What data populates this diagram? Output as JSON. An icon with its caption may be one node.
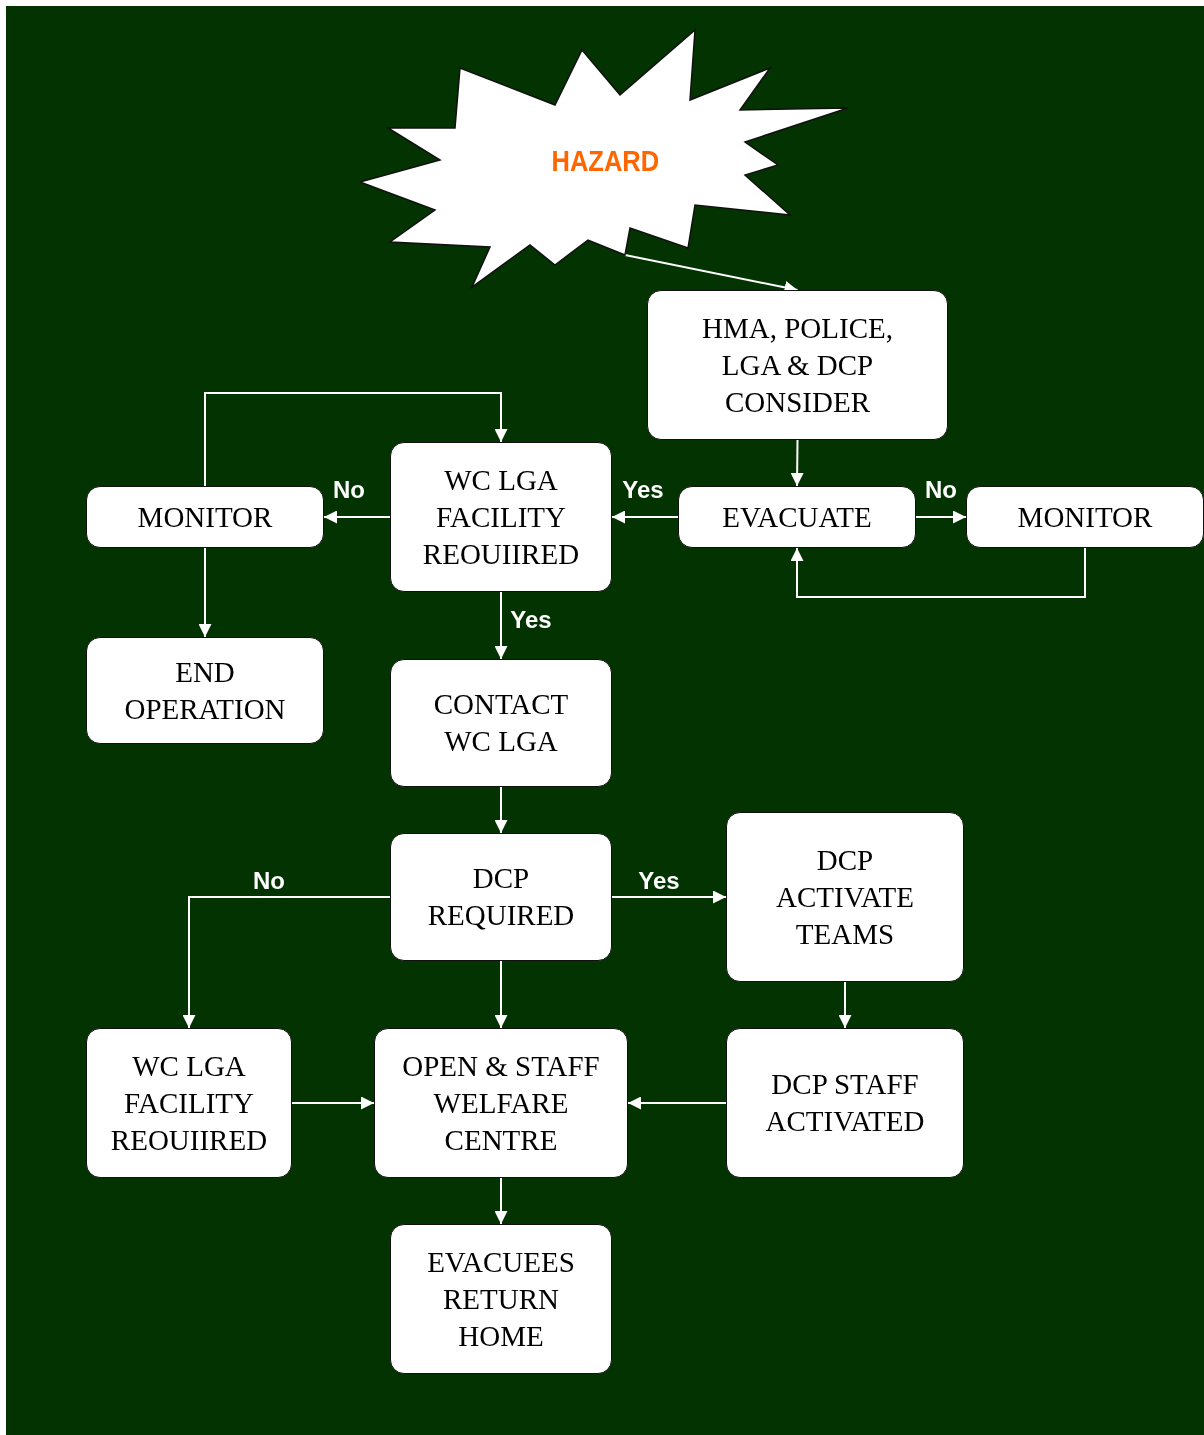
{
  "diagram": {
    "nodes": [
      {
        "text": [
          "HAZARD"
        ]
      },
      {
        "text": [
          "HMA, POLICE, LGA & DCP CONSIDER"
        ]
      },
      {
        "text": [
          "WC LGA FACILITY REOUIIRED"
        ]
      },
      {
        "text": [
          "EVACUATE"
        ]
      },
      {
        "text": [
          "MONITOR"
        ]
      },
      {
        "text": [
          "MONITOR"
        ]
      },
      {
        "text": [
          "END OPERATION"
        ]
      },
      {
        "text": [
          "CONTACT WC LGA"
        ]
      },
      {
        "text": [
          "DCP REQUIRED"
        ]
      },
      {
        "text": [
          "DCP ACTIVATE TEAMS"
        ]
      },
      {
        "text": [
          "WC LGA FACILITY REOUIIRED"
        ]
      },
      {
        "text": [
          "OPEN & STAFF WELFARE CENTRE"
        ]
      },
      {
        "text": [
          "DCP STAFF ACTIVATED"
        ]
      },
      {
        "text": [
          "EVACUEES RETURN HOME"
        ]
      }
    ],
    "edges": [
      {
        "from": 0,
        "to": 1,
        "arrow": "to"
      },
      {
        "from": 1,
        "to": 3,
        "arrow": "to"
      },
      {
        "from": 3,
        "to": 2,
        "arrow": "to",
        "label": "Yes"
      },
      {
        "from": 3,
        "to": 4,
        "arrow": "to",
        "label": "No"
      },
      {
        "from": 4,
        "to": 3,
        "arrow": "to"
      },
      {
        "from": 2,
        "to": 5,
        "arrow": "to",
        "label": "No"
      },
      {
        "from": 5,
        "to": 2,
        "arrow": "to"
      },
      {
        "from": 5,
        "to": 6,
        "arrow": "to"
      },
      {
        "from": 2,
        "to": 7,
        "arrow": "to",
        "label": "Yes"
      },
      {
        "from": 7,
        "to": 8,
        "arrow": "to"
      },
      {
        "from": 8,
        "to": 9,
        "arrow": "to",
        "label": "Yes"
      },
      {
        "from": 8,
        "to": 10,
        "arrow": "to",
        "label": "No"
      },
      {
        "from": 8,
        "to": 11,
        "arrow": "to"
      },
      {
        "from": 9,
        "to": 12,
        "arrow": "to"
      },
      {
        "from": 10,
        "to": 11,
        "arrow": "to"
      },
      {
        "from": 12,
        "to": 11,
        "arrow": "to"
      },
      {
        "from": 11,
        "to": 13,
        "arrow": "to"
      }
    ]
  }
}
